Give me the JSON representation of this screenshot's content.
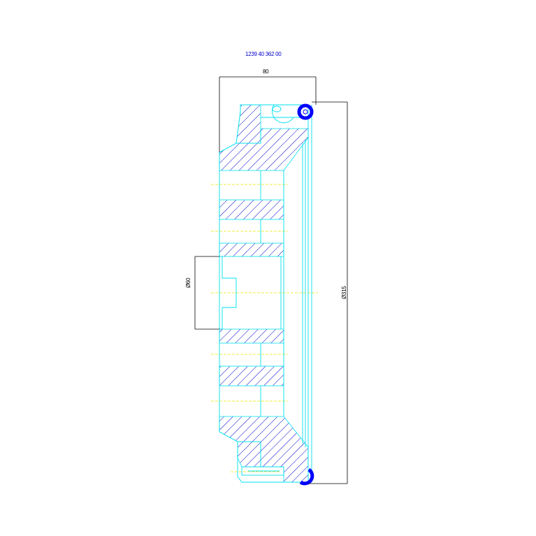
{
  "drawing": {
    "part_number": "1239 40 362 00",
    "dimensions": {
      "width": "80",
      "bore_diameter": "Ø60",
      "outer_diameter": "Ø315"
    },
    "colors": {
      "outline": "#00e0f0",
      "hatch": "#0000cc",
      "centerline": "#e6e600",
      "dimension": "#000000",
      "seal_ring": "#0000ff",
      "part_number_text": "#0000cc"
    }
  }
}
